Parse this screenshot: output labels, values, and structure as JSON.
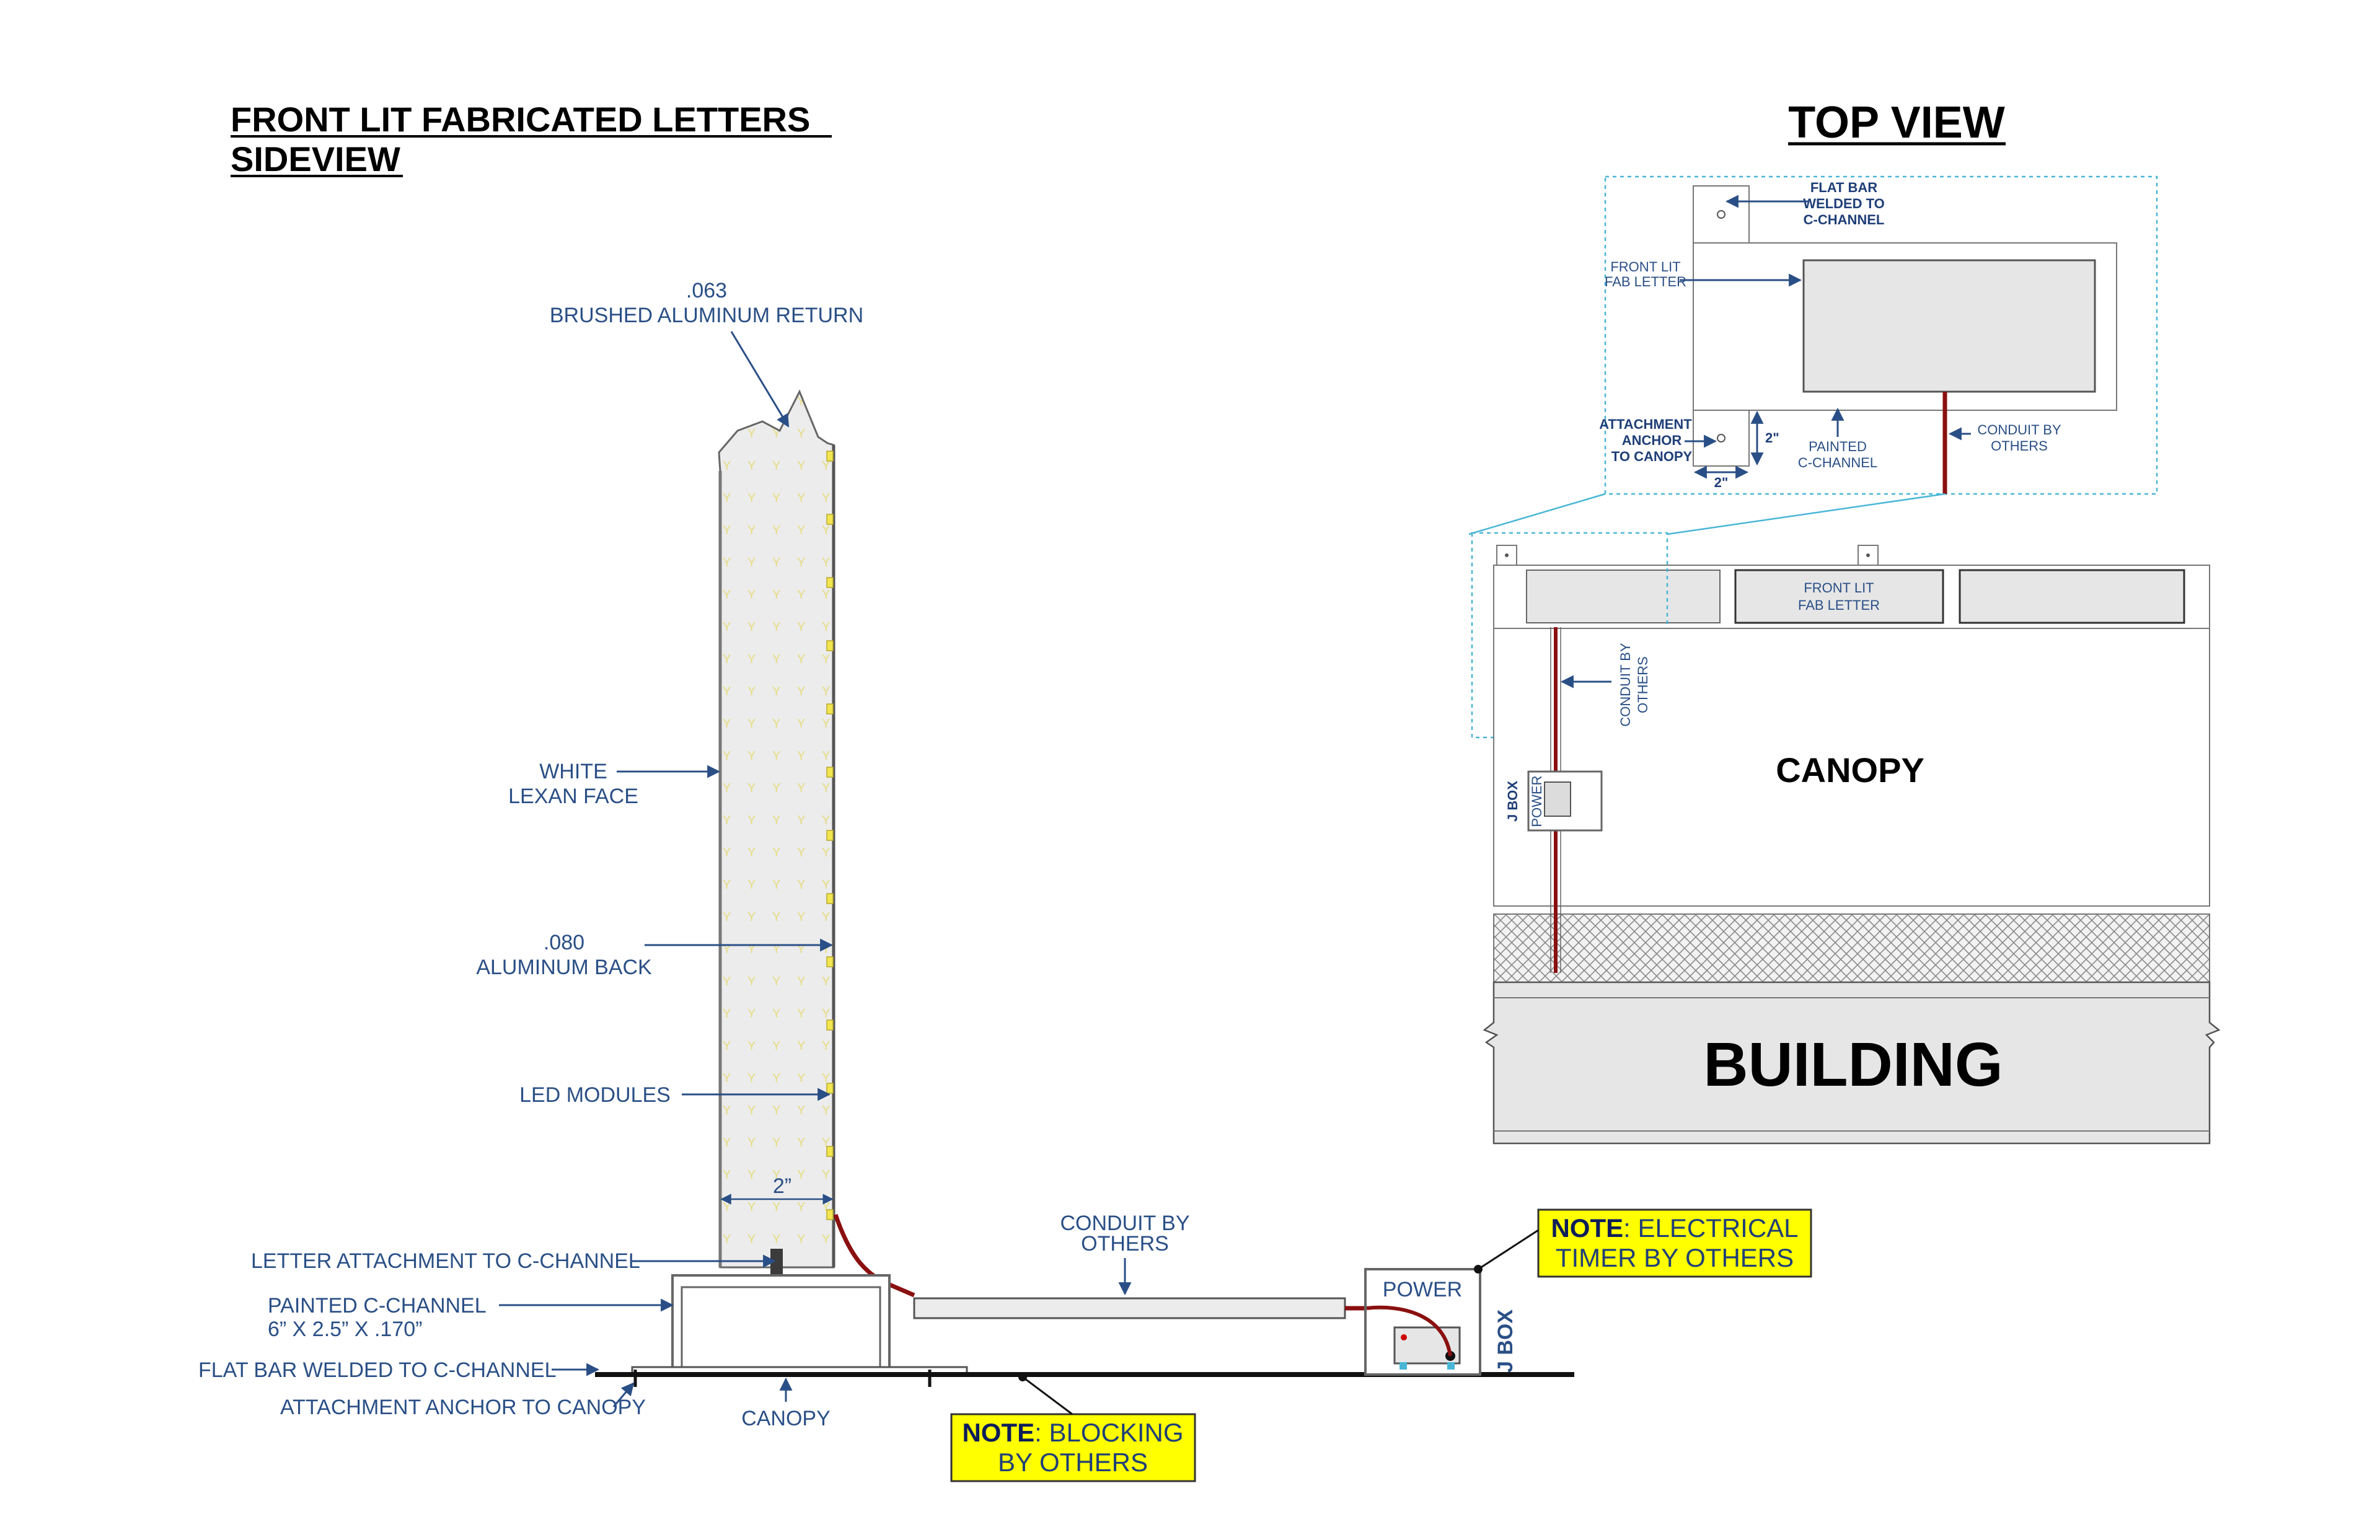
{
  "side_view": {
    "title_line1": "FRONT LIT FABRICATED LETTERS",
    "title_line2": "SIDEVIEW",
    "return_label_1": ".063",
    "return_label_2": "BRUSHED ALUMINUM RETURN",
    "face_label_1": "WHITE",
    "face_label_2": "LEXAN FACE",
    "back_label_1": ".080",
    "back_label_2": "ALUMINUM BACK",
    "led_label": "LED MODULES",
    "depth_label": "2”",
    "attachment_label": "LETTER ATTACHMENT TO C-CHANNEL",
    "cchannel_label_1": "PAINTED C-CHANNEL",
    "cchannel_label_2": "6” X 2.5” X .170”",
    "flatbar_label": "FLAT BAR WELDED TO C-CHANNEL",
    "anchor_label": "ATTACHMENT ANCHOR TO CANOPY",
    "canopy_label": "CANOPY",
    "conduit_label_1": "CONDUIT BY",
    "conduit_label_2": "OTHERS",
    "power_label": "POWER",
    "jbox_label": "J BOX",
    "note_timer_bold": "NOTE",
    "note_timer_1": ": ELECTRICAL",
    "note_timer_2": "TIMER BY OTHERS",
    "note_blocking_bold": "NOTE",
    "note_blocking_1": ": BLOCKING",
    "note_blocking_2": "BY OTHERS"
  },
  "top_view": {
    "title": "TOP VIEW",
    "flatbar_1": "FLAT BAR",
    "flatbar_2": "WELDED TO",
    "flatbar_3": "C-CHANNEL",
    "frontlit_small_1": "FRONT LIT",
    "frontlit_small_2": "FAB LETTER",
    "anchor_1": "ATTACHMENT",
    "anchor_2": "ANCHOR",
    "anchor_3": "TO CANOPY",
    "dim_2_vertical": "2\"",
    "dim_2_horizontal": "2\"",
    "painted_1": "PAINTED",
    "painted_2": "C-CHANNEL",
    "conduit_1": "CONDUIT BY",
    "conduit_2": "OTHERS",
    "frontlit_1": "FRONT LIT",
    "frontlit_2": "FAB LETTER",
    "conduit_vert_1": "CONDUIT BY",
    "conduit_vert_2": "OTHERS",
    "jbox": "J BOX",
    "power": "POWER",
    "canopy": "CANOPY",
    "building": "BUILDING"
  },
  "colors": {
    "label_blue": "#2a4f86",
    "note_yellow": "#ffff00",
    "wire_red": "#b01010",
    "fill_grey": "#e6e6e6",
    "guide_cyan": "#49b6d6",
    "led_yellow": "#e8e07a"
  }
}
